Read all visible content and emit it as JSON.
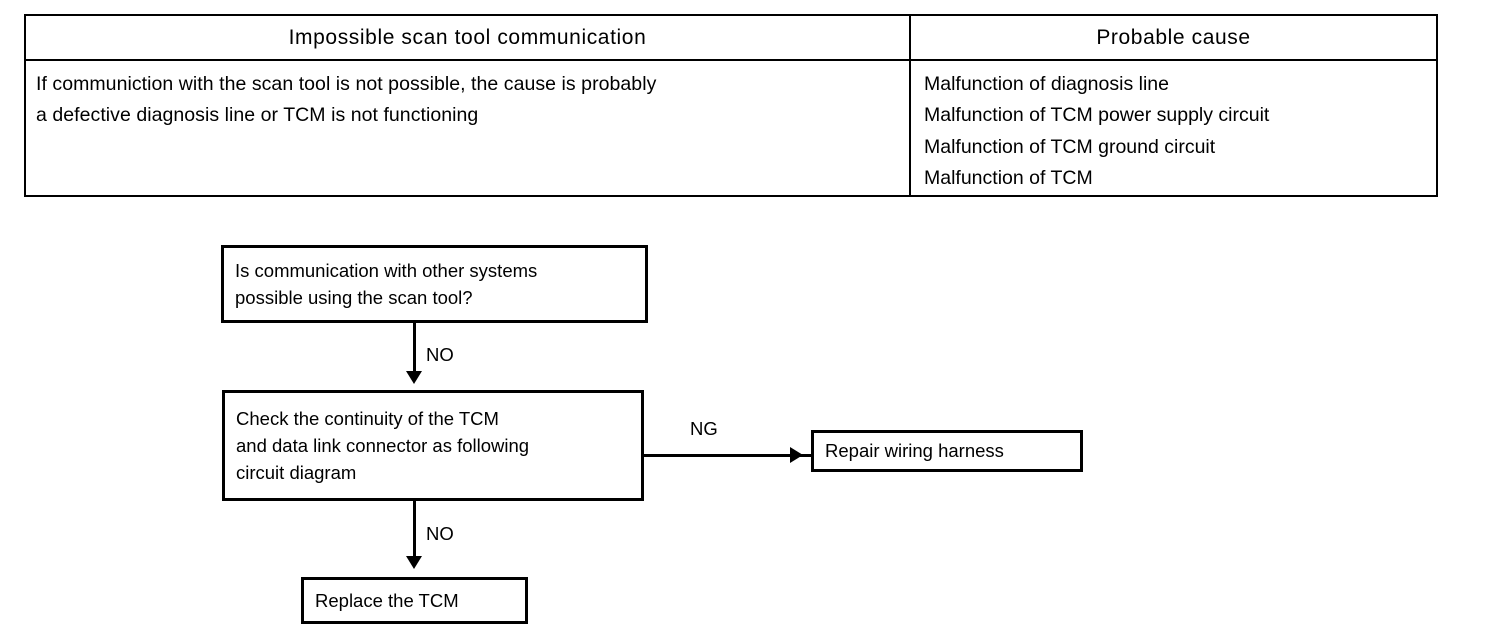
{
  "table": {
    "headers": {
      "symptom": "Impossible scan tool communication",
      "cause": "Probable cause"
    },
    "description": "If communiction with the scan tool is not possible, the cause is probably\na defective diagnosis line or TCM is not functioning",
    "causes": [
      "Malfunction of diagnosis line",
      "Malfunction of TCM power supply circuit",
      "Malfunction of TCM ground circuit",
      "Malfunction of TCM"
    ]
  },
  "flowchart": {
    "nodes": {
      "question": "Is communication with other systems\npossible using the scan tool?",
      "check": "Check the continuity of the TCM\nand data link connector as following\ncircuit diagram",
      "repair": "Repair wiring harness",
      "replace": "Replace the TCM"
    },
    "edges": {
      "question_to_check": "NO",
      "check_to_repair": "NG",
      "check_to_replace": "NO"
    }
  },
  "colors": {
    "line": "#000000",
    "background": "#ffffff",
    "text": "#000000"
  }
}
